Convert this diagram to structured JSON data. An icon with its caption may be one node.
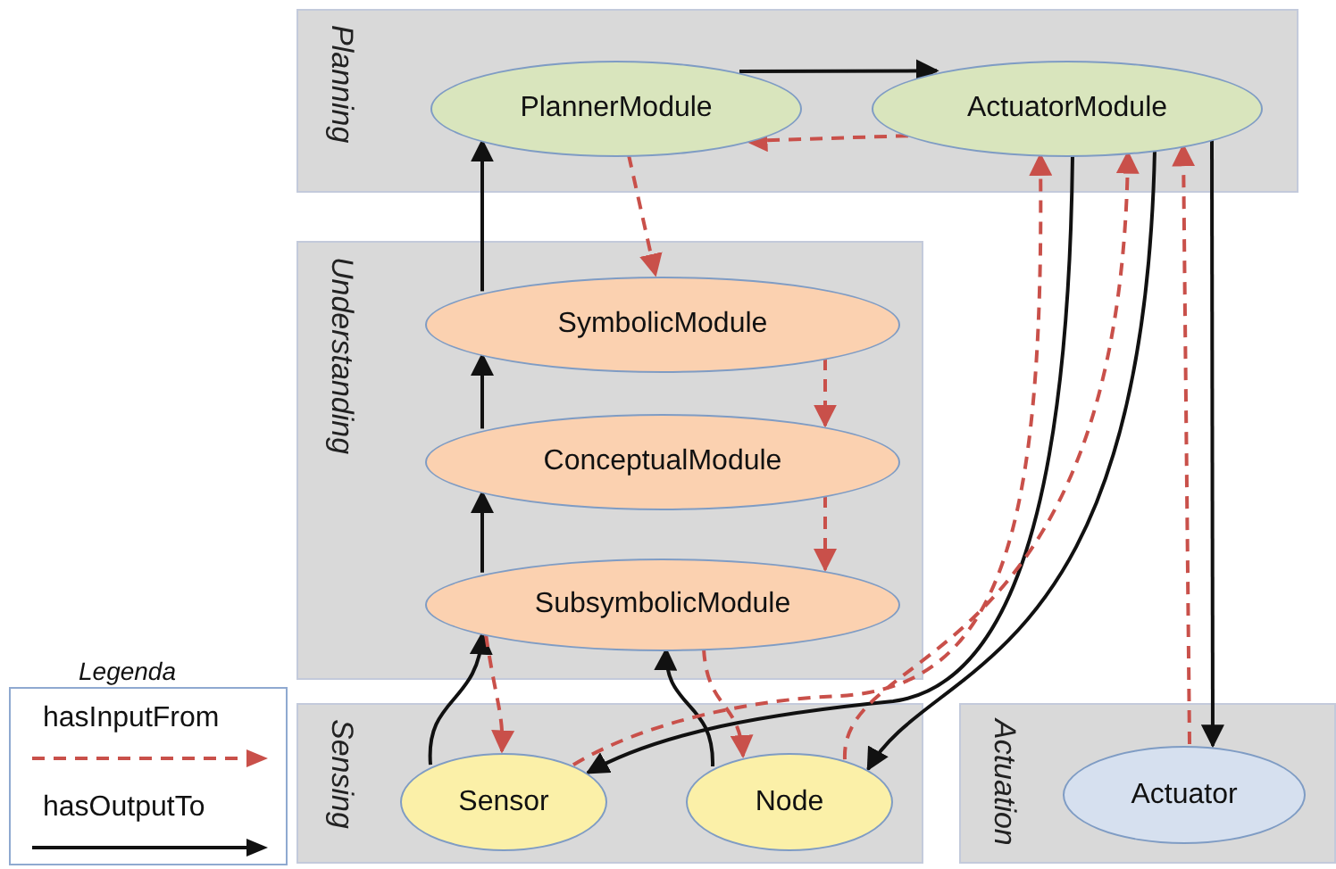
{
  "diagram": {
    "nodes": [
      {
        "text": [
          "Planning"
        ]
      },
      {
        "text": [
          "PlannerModule"
        ],
        "in": 0
      },
      {
        "text": [
          "ActuatorModule"
        ],
        "in": 0
      },
      {
        "text": [
          "Understanding"
        ]
      },
      {
        "text": [
          "SymbolicModule"
        ],
        "in": 3
      },
      {
        "text": [
          "ConceptualModule"
        ],
        "in": 3
      },
      {
        "text": [
          "SubsymbolicModule"
        ],
        "in": 3
      },
      {
        "text": [
          "Sensing"
        ]
      },
      {
        "text": [
          "Sensor"
        ],
        "in": 7
      },
      {
        "text": [
          "Node"
        ],
        "in": 7
      },
      {
        "text": [
          "Actuation"
        ]
      },
      {
        "text": [
          "Actuator"
        ],
        "in": 10
      }
    ],
    "edges": [
      {
        "from": 1,
        "to": 2,
        "arrow": "to"
      },
      {
        "from": 2,
        "to": 1,
        "arrow": "to",
        "style": "dashed",
        "color": "#c9504a"
      },
      {
        "from": 4,
        "to": 1,
        "arrow": "to"
      },
      {
        "from": 1,
        "to": 4,
        "arrow": "to",
        "style": "dashed",
        "color": "#c9504a"
      },
      {
        "from": 5,
        "to": 4,
        "arrow": "to"
      },
      {
        "from": 6,
        "to": 5,
        "arrow": "to"
      },
      {
        "from": 4,
        "to": 5,
        "arrow": "to",
        "style": "dashed",
        "color": "#c9504a"
      },
      {
        "from": 5,
        "to": 6,
        "arrow": "to",
        "style": "dashed",
        "color": "#c9504a"
      },
      {
        "from": 8,
        "to": 6,
        "arrow": "to"
      },
      {
        "from": 6,
        "to": 8,
        "arrow": "to",
        "style": "dashed",
        "color": "#c9504a"
      },
      {
        "from": 9,
        "to": 6,
        "arrow": "to"
      },
      {
        "from": 6,
        "to": 9,
        "arrow": "to",
        "style": "dashed",
        "color": "#c9504a"
      },
      {
        "from": 2,
        "to": 8,
        "arrow": "to"
      },
      {
        "from": 8,
        "to": 2,
        "arrow": "to",
        "style": "dashed",
        "color": "#c9504a"
      },
      {
        "from": 2,
        "to": 9,
        "arrow": "to"
      },
      {
        "from": 9,
        "to": 2,
        "arrow": "to",
        "style": "dashed",
        "color": "#c9504a"
      },
      {
        "from": 2,
        "to": 11,
        "arrow": "to"
      },
      {
        "from": 11,
        "to": 2,
        "arrow": "to",
        "style": "dashed",
        "color": "#c9504a"
      }
    ],
    "labels": [
      "Legenda"
    ],
    "legend": [
      {
        "text": "hasInputFrom"
      },
      {
        "text": "hasOutputTo"
      }
    ]
  }
}
